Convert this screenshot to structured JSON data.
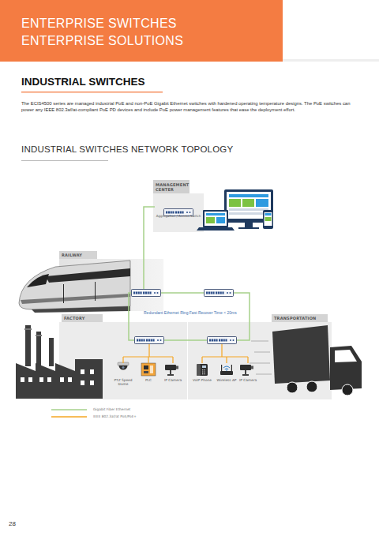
{
  "diagram": {
    "title": "INDUSTRIAL SWITCHES NETWORK TOPOLOGY",
    "nodes": [
      {
        "text": [
          "MANAGEMENT CENTER"
        ]
      },
      {
        "text": [
          "Aggregation / Access Switch"
        ],
        "in": 0
      },
      {
        "text": [
          "RAILWAY"
        ]
      },
      {
        "text": [
          "FACTORY"
        ]
      },
      {
        "text": [
          "PTZ Speed Dome"
        ],
        "in": 3
      },
      {
        "text": [
          "PLC"
        ],
        "in": 3
      },
      {
        "text": [
          "IP Camera"
        ],
        "in": 3
      },
      {
        "text": [
          "TRANSPORTATION"
        ]
      },
      {
        "text": [
          "VoIP Phone"
        ],
        "in": 7
      },
      {
        "text": [
          "Wireless AP"
        ],
        "in": 7
      },
      {
        "text": [
          "IP Camera"
        ],
        "in": 7
      }
    ],
    "labels": [
      "ENTERPRISE SWITCHES",
      "ENTERPRISE SOLUTIONS",
      "INDUSTRIAL SWITCHES",
      "The ECIS4500 series are managed industrial PoE and non-PoE Gigabit Ethernet switches with hardened operating temperature designs. The PoE switches can power any IEEE 802.3af/at-compliant PoE PD devices and include PoE power management features that ease the deployment effort.",
      "Redundant Ethernet Ring Fast Recover Time < 20ms",
      "28"
    ],
    "legend": [
      {
        "text": "Gigabit Fiber Ethernet"
      },
      {
        "text": "IEEE 802.3af/at PoE/PoE+"
      }
    ]
  }
}
